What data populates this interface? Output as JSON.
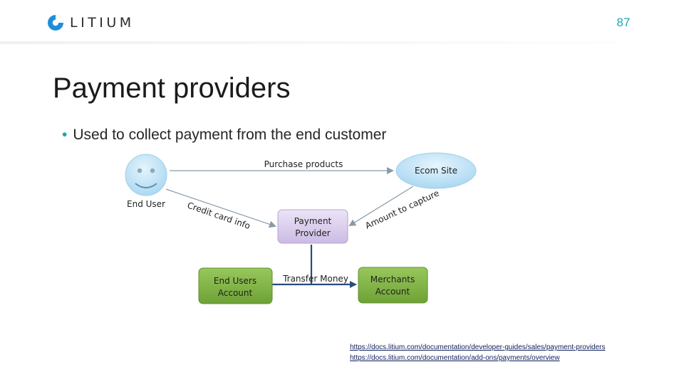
{
  "header": {
    "brand": "LITIUM",
    "page_number": "87"
  },
  "slide": {
    "title": "Payment providers",
    "bullet": "Used to collect payment from the end customer"
  },
  "diagram": {
    "end_user_label": "End User",
    "ecom_site_label": "Ecom Site",
    "payment_provider_line1": "Payment",
    "payment_provider_line2": "Provider",
    "end_users_account_line1": "End Users",
    "end_users_account_line2": "Account",
    "merchants_account_line1": "Merchants",
    "merchants_account_line2": "Account",
    "purchase_products": "Purchase products",
    "credit_card_info": "Credit card info",
    "amount_to_capture": "Amount to capture",
    "transfer_money": "Transfer Money"
  },
  "links": [
    "https://docs.litium.com/documentation/developer-guides/sales/payment-providers",
    "https://docs.litium.com/documentation/add-ons/payments/overview"
  ],
  "colors": {
    "accent": "#23a3b5",
    "smiley_blue": "#bfe3f6",
    "provider_purple": "#d9ccec",
    "account_green": "#7fb144"
  }
}
